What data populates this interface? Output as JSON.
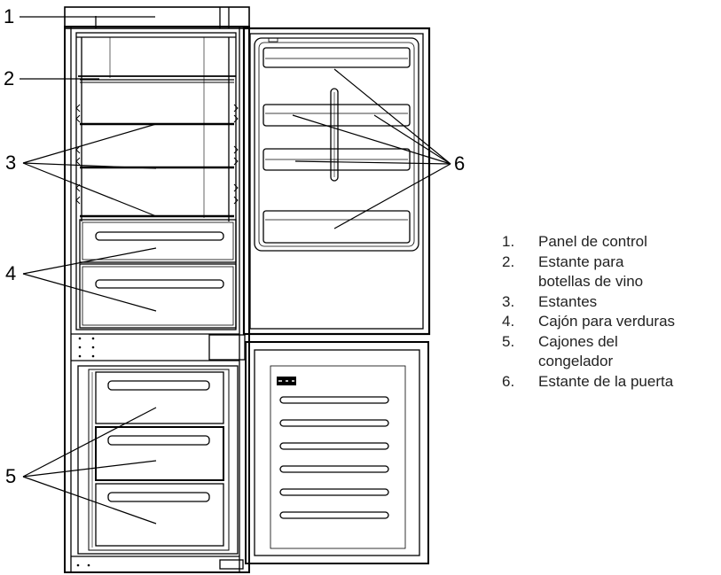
{
  "callouts": [
    "1",
    "2",
    "3",
    "4",
    "5",
    "6"
  ],
  "legend": [
    {
      "number": "1.",
      "lines": [
        "Panel de control"
      ]
    },
    {
      "number": "2.",
      "lines": [
        "Estante para",
        "botellas de vino"
      ]
    },
    {
      "number": "3.",
      "lines": [
        "Estantes"
      ]
    },
    {
      "number": "4.",
      "lines": [
        "Cajón para verduras"
      ]
    },
    {
      "number": "5.",
      "lines": [
        "Cajones del",
        "congelador"
      ]
    },
    {
      "number": "6.",
      "lines": [
        "Estante de la puerta"
      ]
    }
  ],
  "icons": {
    "door-shelf": "door-shelf-icon",
    "vegetable-drawer": "drawer-icon",
    "freezer-drawer": "drawer-icon",
    "wine-shelf": "wine-shelf-icon"
  }
}
